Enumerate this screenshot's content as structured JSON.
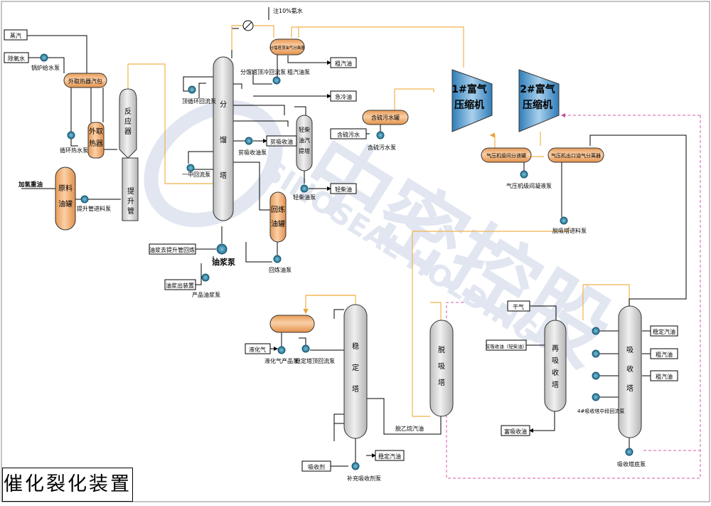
{
  "title": "催化裂化装置",
  "watermark": {
    "cn": "中密控股",
    "en": "SINOSEAL HOLDING"
  },
  "colors": {
    "vessel_orange": "#F6B27A",
    "vessel_gray": "#D9D9D9",
    "pump_teal": "#2F7FA0",
    "line_orange": "#F2B24C",
    "line_dash": "#D65AA8",
    "compressor_blue": "#3E8FC8"
  },
  "labels": {
    "steam": "蒸汽",
    "deaerated_water": "除氧水",
    "boiler_feed_pump": "锅炉给水泵",
    "ext_heat_drum": "外取热器汽包",
    "circ_pump": "循环热水泵",
    "ext_heater": "外取热器",
    "reactor": "反应器",
    "riser": "提升管",
    "hydro_oil": "加氢重油",
    "feed_tank": "原料油罐",
    "riser_feed_pump": "提升管进料泵",
    "ammonia_inject": "注10%氨水",
    "overhead_drum": "分馏塔顶油气分离器",
    "crude_gasoline_1": "粗汽油",
    "crude_gasoline_pump": "粗汽油泵",
    "top_reflux_pump": "分馏塔顶冷回流泵",
    "top_circ_pump": "顶循环回流泵",
    "quench_oil": "急冷油",
    "sour_water_tank": "含硫污水罐",
    "sour_water": "含硫污水",
    "sour_water_pump": "含硫污水泵",
    "fractionator": "分馏塔",
    "lean_abs_oil": "贫吸收油",
    "lean_abs_pump": "贫吸收油泵",
    "stripper": "轻柴油汽提塔",
    "first_mid_pump": "一中回流泵",
    "light_diesel": "轻柴油",
    "light_diesel_pump": "轻柴油泵",
    "recycle_tank": "回炼油罐",
    "recycle_pump": "回炼油泵",
    "slurry_to_riser": "油浆去提升管回炼",
    "slurry_pump": "油浆泵",
    "slurry_out": "油浆出装置",
    "product_slurry_pump": "产品油浆泵",
    "compressor1": "1#富气压缩机",
    "compressor2": "2#富气压缩机",
    "inter_drum": "气压机级间分液罐",
    "inter_pump": "气压机级间凝液泵",
    "outlet_drum": "气压机出口油气分离器",
    "desorber_feed_pump": "脱吸塔进料泵",
    "dry_gas": "干气",
    "sponge_oil": "贫吸收油（轻柴油）",
    "reabsorber": "再吸收塔",
    "rich_abs_oil": "富吸收油",
    "absorber": "吸收塔",
    "stable_gasoline": "稳定汽油",
    "crude_gasoline_2": "粗汽油",
    "crude_gasoline_3": "粗汽油",
    "mid_reflux_pump": "4#吸收塔中段回流泵",
    "absorber_bottom_pump": "吸收塔底泵",
    "lpg": "液化气",
    "lpg_pump": "液化气产品泵",
    "stab_reflux_pump": "稳定塔顶回流泵",
    "stabilizer": "稳定塔",
    "desorber": "脱吸塔",
    "deethanized_gasoline": "脱乙烷汽油",
    "stable_gasoline_2": "稳定汽油",
    "absorbent": "吸收剂",
    "make_up_pump": "补充吸收剂泵"
  }
}
